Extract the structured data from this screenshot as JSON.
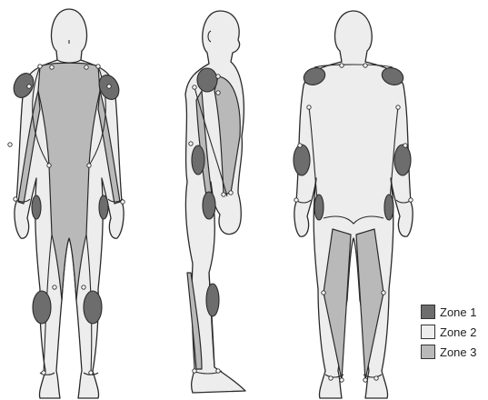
{
  "legend": {
    "items": [
      {
        "label": "Zone 1",
        "color": "#6d6d6d"
      },
      {
        "label": "Zone 2",
        "color": "#ededed"
      },
      {
        "label": "Zone 3",
        "color": "#b9b9b9"
      }
    ]
  },
  "colors": {
    "zone1": "#6d6d6d",
    "zone2": "#ededed",
    "zone3": "#b9b9b9",
    "outline": "#2a2a2a"
  },
  "views": [
    "front",
    "side",
    "back"
  ]
}
